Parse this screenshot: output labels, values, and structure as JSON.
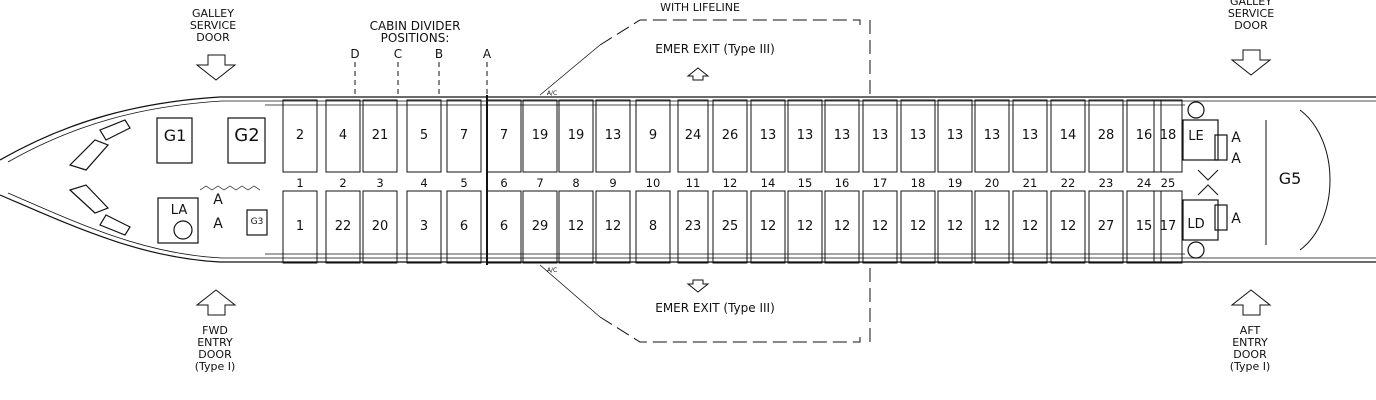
{
  "labels": {
    "galley_service_door_fwd": [
      "GALLEY",
      "SERVICE",
      "DOOR"
    ],
    "galley_service_door_aft": [
      "GALLEY",
      "SERVICE",
      "DOOR"
    ],
    "cabin_divider": [
      "CABIN DIVIDER",
      "POSITIONS:"
    ],
    "divider_letters": [
      "D",
      "C",
      "B",
      "A"
    ],
    "overwing_top": "WITH LIFELINE",
    "emer_exit_top": "EMER EXIT (Type III)",
    "emer_exit_bottom": "EMER EXIT (Type III)",
    "fwd_entry_door": [
      "FWD",
      "ENTRY",
      "DOOR",
      "(Type I)"
    ],
    "aft_entry_door": [
      "AFT",
      "ENTRY",
      "DOOR",
      "(Type I)"
    ]
  },
  "galleys": {
    "g1": "G1",
    "g2": "G2",
    "g3": "G3",
    "g5": "G5",
    "la": "LA",
    "le": "LE",
    "ld": "LD"
  },
  "attendant_seats": {
    "fwd_upper": "A",
    "fwd_lower": "A",
    "aft_upper_1": "A",
    "aft_upper_2": "A",
    "aft_lower": "A"
  },
  "aircraft_markers": {
    "top": "A/C",
    "bottom": "A/C"
  },
  "row_numbers": [
    "1",
    "2",
    "3",
    "4",
    "5",
    "6",
    "7",
    "8",
    "9",
    "10",
    "11",
    "12",
    "14",
    "15",
    "16",
    "17",
    "18",
    "19",
    "20",
    "21",
    "22",
    "23",
    "24",
    "25"
  ],
  "top_row_seats": [
    "2",
    "4",
    "21",
    "5",
    "7",
    "7",
    "19",
    "19",
    "13",
    "9",
    "24",
    "26",
    "13",
    "13",
    "13",
    "13",
    "13",
    "13",
    "13",
    "13",
    "14",
    "28",
    "16",
    "18"
  ],
  "bottom_row_seats": [
    "1",
    "22",
    "20",
    "3",
    "6",
    "6",
    "29",
    "12",
    "12",
    "8",
    "23",
    "25",
    "12",
    "12",
    "12",
    "12",
    "12",
    "12",
    "12",
    "12",
    "12",
    "27",
    "15",
    "17"
  ]
}
